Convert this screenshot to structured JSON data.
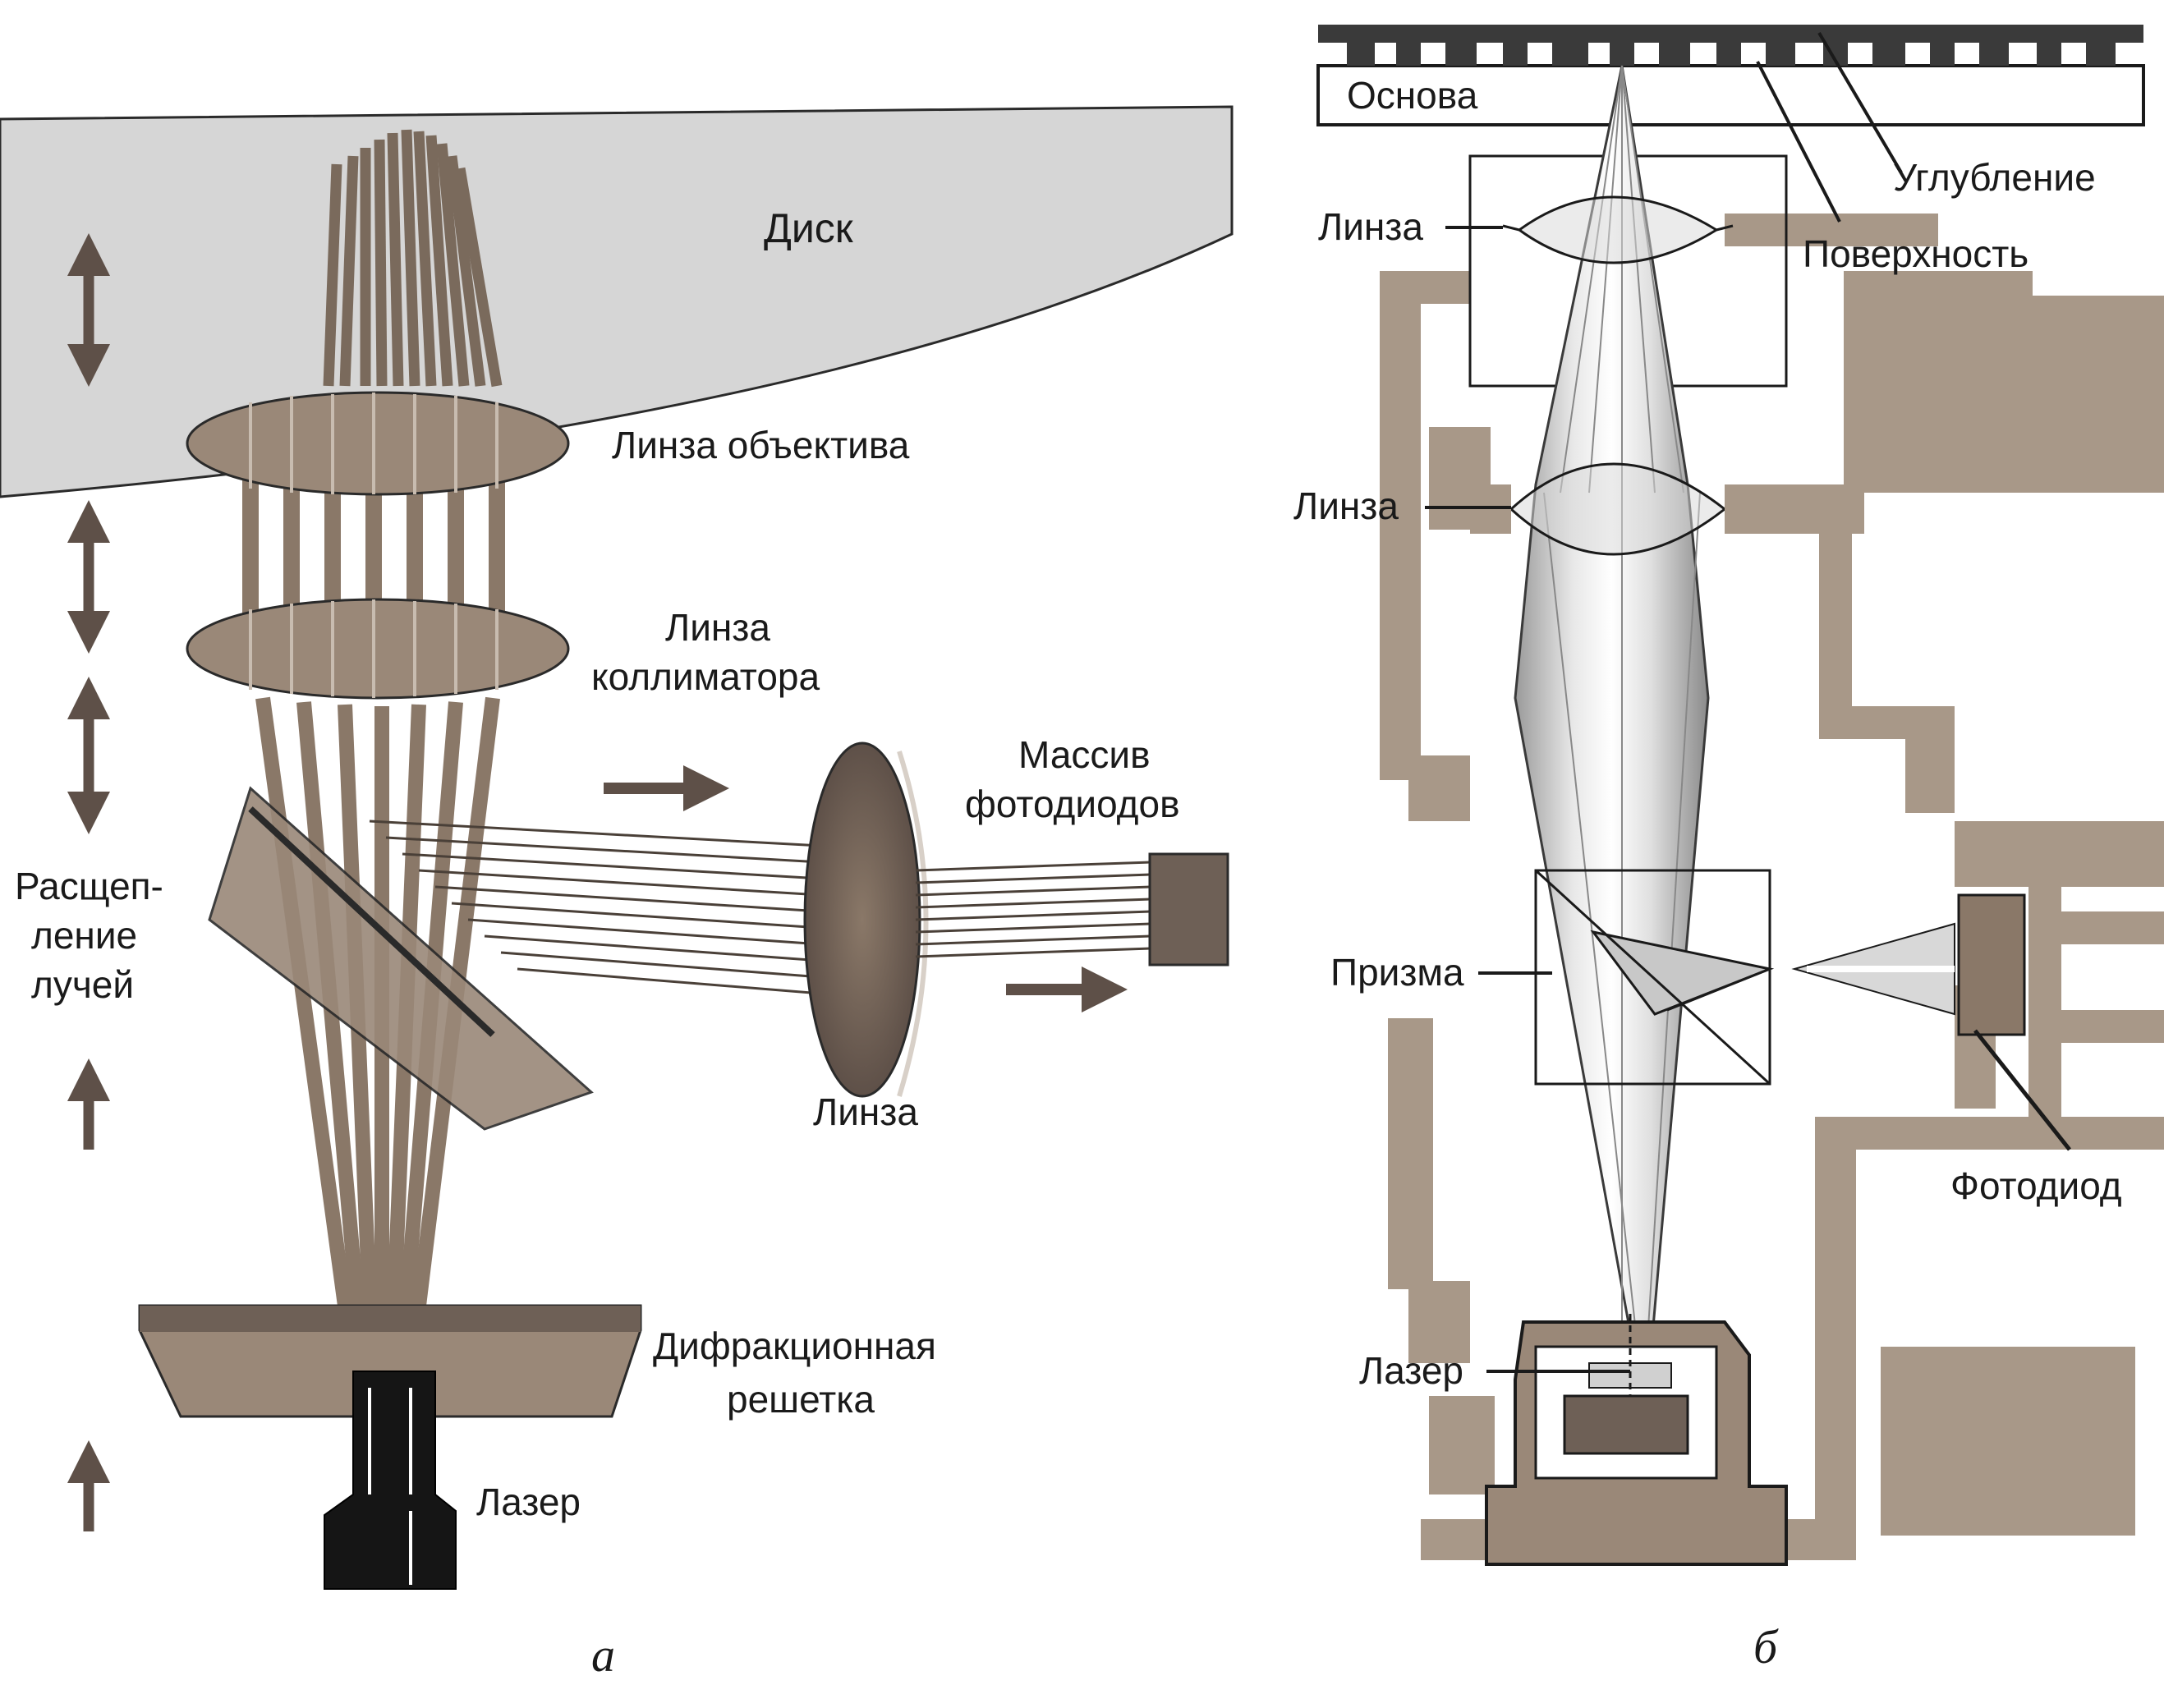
{
  "panel_a": {
    "caption": "а",
    "labels": {
      "disk": "Диск",
      "objective_lens": "Линза объектива",
      "collimator_lens_1": "Линза",
      "collimator_lens_2": "коллиматора",
      "photodiode_array_1": "Массив",
      "photodiode_array_2": "фотодиодов",
      "beam_split_1": "Расщеп-",
      "beam_split_2": "ление",
      "beam_split_3": "лучей",
      "lens": "Линза",
      "grating_1": "Дифракционная",
      "grating_2": "решетка",
      "laser": "Лазер"
    }
  },
  "panel_b": {
    "caption": "б",
    "labels": {
      "base": "Основа",
      "pit": "Углубление",
      "surface": "Поверхность",
      "lens_upper": "Линза",
      "lens_lower": "Линза",
      "prism": "Призма",
      "photodiode": "Фотодиод",
      "laser": "Лазер"
    }
  },
  "colors": {
    "ink": "#1a1a1a",
    "disk_fill": "#d6d6d6",
    "brown": "#8a7868",
    "dark_brown": "#5e5048",
    "light_brown": "#b0a090",
    "gray_housing": "#a89888"
  }
}
